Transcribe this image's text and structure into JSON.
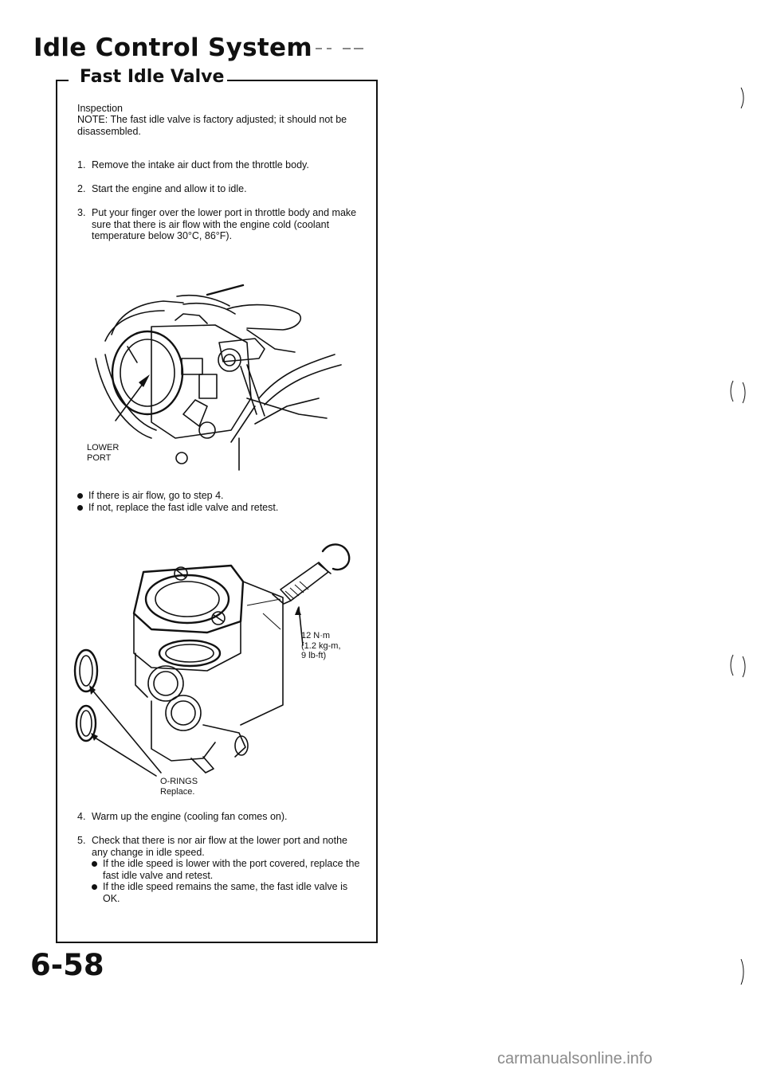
{
  "header": {
    "title": "Idle Control System",
    "section": "Fast Idle Valve"
  },
  "intro": {
    "heading": "Inspection",
    "note": "NOTE: The fast idle valve is factory adjusted; it should not be disassembled."
  },
  "steps": [
    {
      "num": "1.",
      "text": "Remove the intake air duct from the throttle body."
    },
    {
      "num": "2.",
      "text": "Start the engine and allow it to idle."
    },
    {
      "num": "3.",
      "text": "Put your finger over the lower port in throttle body and make sure that there is air flow with the engine cold (coolant temperature below 30°C, 86°F)."
    },
    {
      "num": "4.",
      "text": "Warm up the engine (cooling fan comes on)."
    },
    {
      "num": "5.",
      "text": "Check that there is nor air flow at the lower port and nothe any change in idle speed."
    }
  ],
  "step3_bullets": [
    "If there is air flow, go to step 4.",
    "If not, replace the fast idle valve and retest."
  ],
  "step5_bullets": [
    "If the idle speed is lower with the port covered, replace the fast idle valve and retest.",
    "If the idle speed remains the same, the fast idle valve is OK."
  ],
  "figure1": {
    "label_line1": "LOWER",
    "label_line2": "PORT",
    "icon": "throttle-body-illustration"
  },
  "figure2": {
    "torque_line1": "12 N·m",
    "torque_line2": "(1.2 kg-m,",
    "torque_line3": "9 lb-ft)",
    "orings_label": "O-RINGS",
    "orings_note": "Replace.",
    "icon": "fast-idle-valve-illustration"
  },
  "footer": {
    "page_number": "6-58",
    "watermark": "carmanualsonline.info"
  }
}
